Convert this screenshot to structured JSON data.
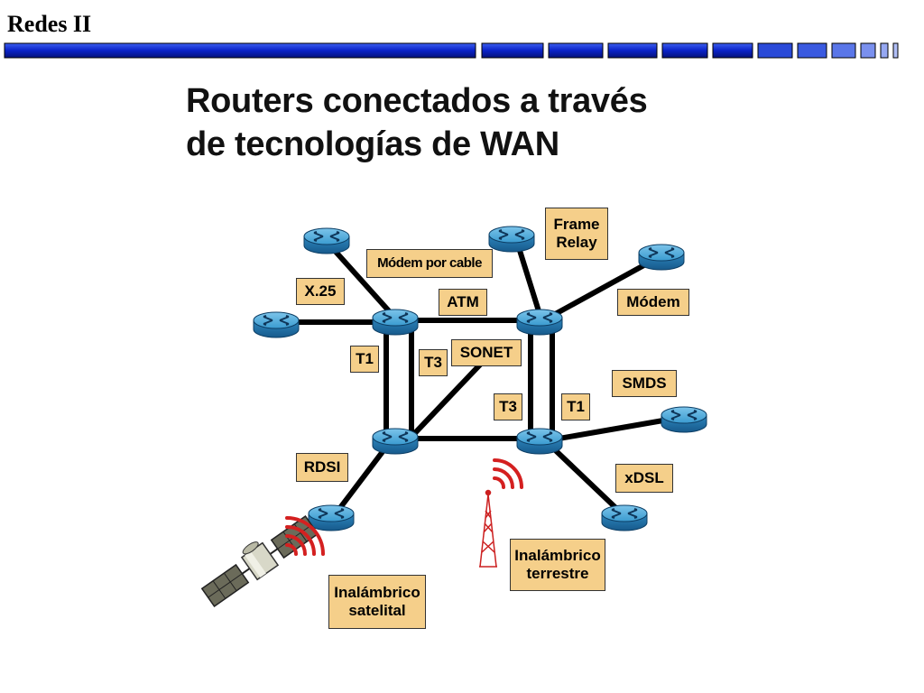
{
  "header": {
    "title": "Redes II"
  },
  "slide": {
    "title_line1": "Routers conectados a través",
    "title_line2": "de tecnologías de WAN"
  },
  "labels": {
    "frame_relay_1": "Frame",
    "frame_relay_2": "Relay",
    "modem_cable": "Módem por cable",
    "x25": "X.25",
    "atm": "ATM",
    "modem": "Módem",
    "t1_left": "T1",
    "t3_left": "T3",
    "sonet": "SONET",
    "smds": "SMDS",
    "t3_right": "T3",
    "t1_right": "T1",
    "rdsi": "RDSI",
    "xdsl": "xDSL",
    "wireless_terrestrial_1": "Inalámbrico",
    "wireless_terrestrial_2": "terrestre",
    "wireless_satellite_1": "Inalámbrico",
    "wireless_satellite_2": "satelital"
  },
  "colors": {
    "router_blue": "#2e8fc4",
    "label_fill": "#f5cf8a",
    "header_bar": "#0a22c8",
    "signal_red": "#d42020"
  },
  "icons": [
    "router-icon",
    "satellite-icon",
    "radio-tower-icon",
    "wireless-signal-icon"
  ]
}
